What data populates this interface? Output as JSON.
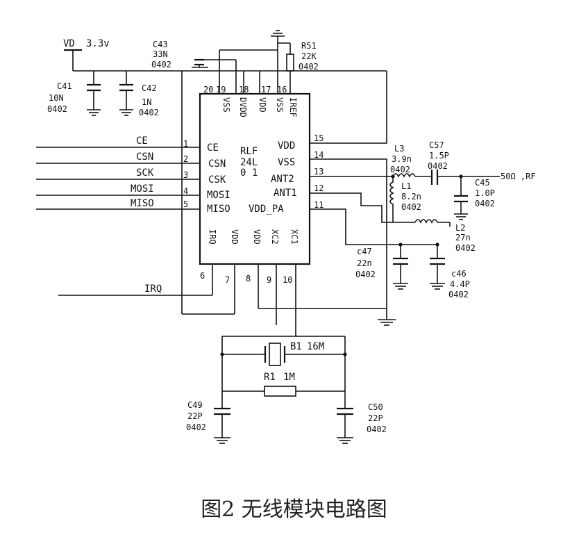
{
  "caption": "图2  无线模块电路图",
  "chip": {
    "name_lines": [
      "RLF",
      "24L",
      "0 1"
    ],
    "left_pins": [
      {
        "num": "1",
        "name": "CE"
      },
      {
        "num": "2",
        "name": "CSN"
      },
      {
        "num": "3",
        "name": "CSK"
      },
      {
        "num": "4",
        "name": "MOSI"
      },
      {
        "num": "5",
        "name": "MISO"
      }
    ],
    "right_pins": [
      {
        "num": "15",
        "name": "VDD"
      },
      {
        "num": "14",
        "name": "VSS"
      },
      {
        "num": "13",
        "name": "ANT2"
      },
      {
        "num": "12",
        "name": "ANT1"
      },
      {
        "num": "11",
        "name": "VDD_PA"
      }
    ],
    "top_pins": [
      {
        "num": "20",
        "name": "VSS"
      },
      {
        "num": "19",
        "name": "DVDD"
      },
      {
        "num": "18",
        "name": "VDD"
      },
      {
        "num": "17",
        "name": "VSS"
      },
      {
        "num": "16",
        "name": "IREF"
      }
    ],
    "bottom_pins": [
      {
        "num": "6",
        "name": "IRQ"
      },
      {
        "num": "7",
        "name": "VDD"
      },
      {
        "num": "8",
        "name": "VDD"
      },
      {
        "num": "9",
        "name": "XC2"
      },
      {
        "num": "10",
        "name": "XC1"
      }
    ]
  },
  "signals": {
    "ce": "CE",
    "csn": "CSN",
    "sck": "SCK",
    "mosi": "MOSI",
    "miso": "MISO",
    "irq": "IRQ"
  },
  "supply": {
    "label": "VD",
    "voltage": "3.3v"
  },
  "components": {
    "c43": {
      "ref": "C43",
      "value": "33N",
      "pkg": "0402"
    },
    "r51": {
      "ref": "R51",
      "value": "22K",
      "pkg": "0402"
    },
    "c41": {
      "ref": "C41",
      "value": "10N",
      "pkg": "0402"
    },
    "c42": {
      "ref": "C42",
      "value": "1N",
      "pkg": "0402"
    },
    "l3": {
      "ref": "L3",
      "value": "3.9n",
      "pkg": "0402"
    },
    "c57": {
      "ref": "C57",
      "value": "1.5P",
      "pkg": "0402"
    },
    "l1": {
      "ref": "L1",
      "value": "8.2n",
      "pkg": "0402"
    },
    "c45": {
      "ref": "C45",
      "value": "1.0P",
      "pkg": "0402"
    },
    "l2": {
      "ref": "L2",
      "value": "27n",
      "pkg": "0402"
    },
    "c47": {
      "ref": "c47",
      "value": "22n",
      "pkg": "0402"
    },
    "c46": {
      "ref": "c46",
      "value": "4.4P",
      "pkg": "0402"
    },
    "b1": {
      "ref": "B1",
      "value": "16M"
    },
    "r1": {
      "ref": "R1",
      "value": "1M"
    },
    "c49": {
      "ref": "C49",
      "value": "22P",
      "pkg": "0402"
    },
    "c50": {
      "ref": "C50",
      "value": "22P",
      "pkg": "0402"
    }
  },
  "rf_out": "50Ω ,RF"
}
